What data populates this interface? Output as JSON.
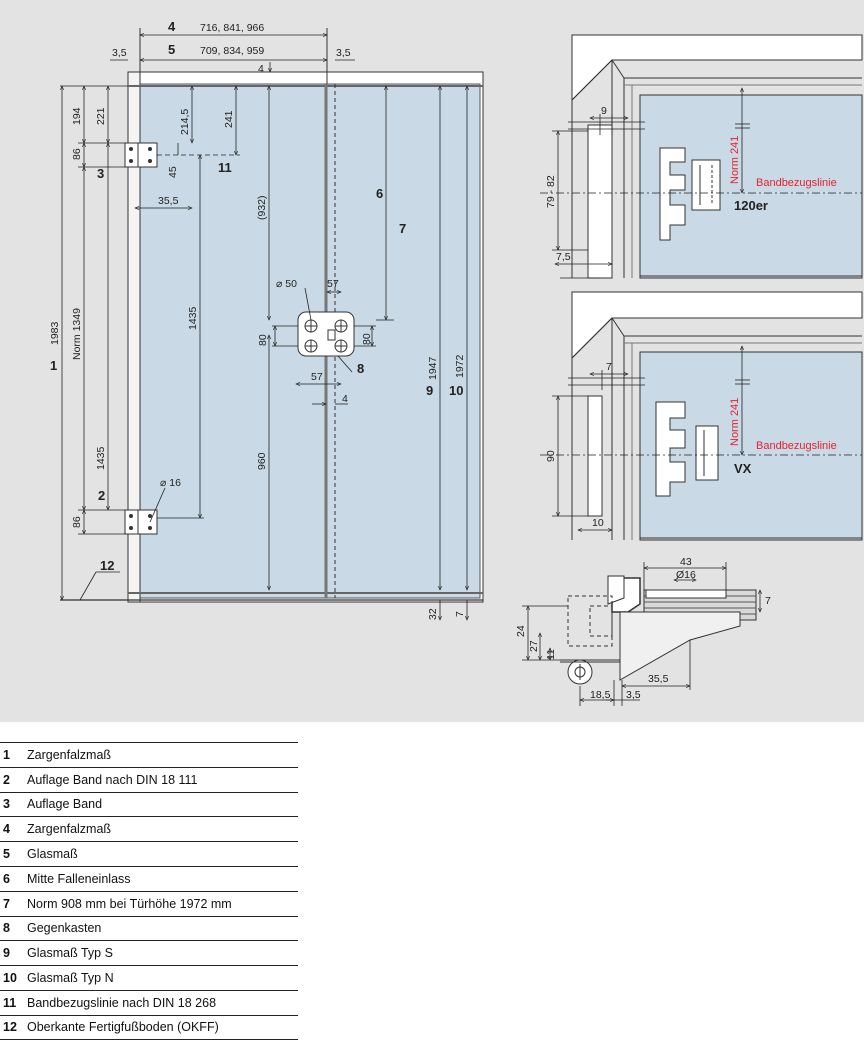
{
  "drawing": {
    "dims_top": {
      "n4": "4",
      "v4": "716, 841, 966",
      "n5": "5",
      "v5": "709, 834, 959",
      "m35a": "3,5",
      "m35b": "3,5",
      "m4": "4"
    },
    "dims_left": {
      "d194": "194",
      "d221": "221",
      "d86a": "86",
      "d1983": "1983",
      "norm1349": "Norm 1349",
      "d1435": "1435",
      "d86b": "86"
    },
    "dims_door": {
      "d214": "214,5",
      "d241": "241",
      "d45": "45",
      "d355": "35,5",
      "d932": "(932)",
      "d1435b": "1435",
      "d960": "960",
      "phi50": "⌀ 50",
      "d57a": "57",
      "d57b": "57",
      "d80a": "80",
      "d80b": "80",
      "d4b": "4",
      "phi16": "⌀ 16",
      "d1947": "1947",
      "d1972": "1972",
      "d32": "32",
      "d7": "7"
    },
    "callouts": {
      "c1": "1",
      "c2": "2",
      "c3": "3",
      "c6": "6",
      "c7": "7",
      "c8": "8",
      "c9": "9",
      "c10": "10",
      "c11": "11",
      "c12": "12"
    },
    "detail_120er": {
      "d9": "9",
      "d7982": "79 - 82",
      "d75": "7,5",
      "norm241": "Norm 241",
      "line": "Bandbezugslinie",
      "name": "120er"
    },
    "detail_vx": {
      "d7": "7",
      "d90": "90",
      "d10": "10",
      "norm241": "Norm 241",
      "line": "Bandbezugslinie",
      "name": "VX"
    },
    "section": {
      "d43": "43",
      "phi16": "Ø16",
      "d7": "7",
      "d24": "24",
      "d27": "27",
      "d11": "11",
      "d355": "35,5",
      "d185": "18,5",
      "d35": "3,5"
    }
  },
  "legend": [
    {
      "num": "1",
      "text": "Zargenfalzmaß"
    },
    {
      "num": "2",
      "text": "Auflage Band nach DIN 18 111"
    },
    {
      "num": "3",
      "text": "Auflage Band"
    },
    {
      "num": "4",
      "text": "Zargenfalzmaß"
    },
    {
      "num": "5",
      "text": "Glasmaß"
    },
    {
      "num": "6",
      "text": "Mitte Falleneinlass"
    },
    {
      "num": "7",
      "text": "Norm 908 mm bei Türhöhe 1972 mm"
    },
    {
      "num": "8",
      "text": "Gegenkasten"
    },
    {
      "num": "9",
      "text": "Glasmaß Typ S"
    },
    {
      "num": "10",
      "text": "Glasmaß Typ N"
    },
    {
      "num": "11",
      "text": "Bandbezugslinie nach DIN 18 268"
    },
    {
      "num": "12",
      "text": "Oberkante Fertigfußboden (OKFF)"
    }
  ],
  "colors": {
    "background": "#e3e3e3",
    "glass": "#c9dae6",
    "annotation_red": "#e4232b"
  }
}
